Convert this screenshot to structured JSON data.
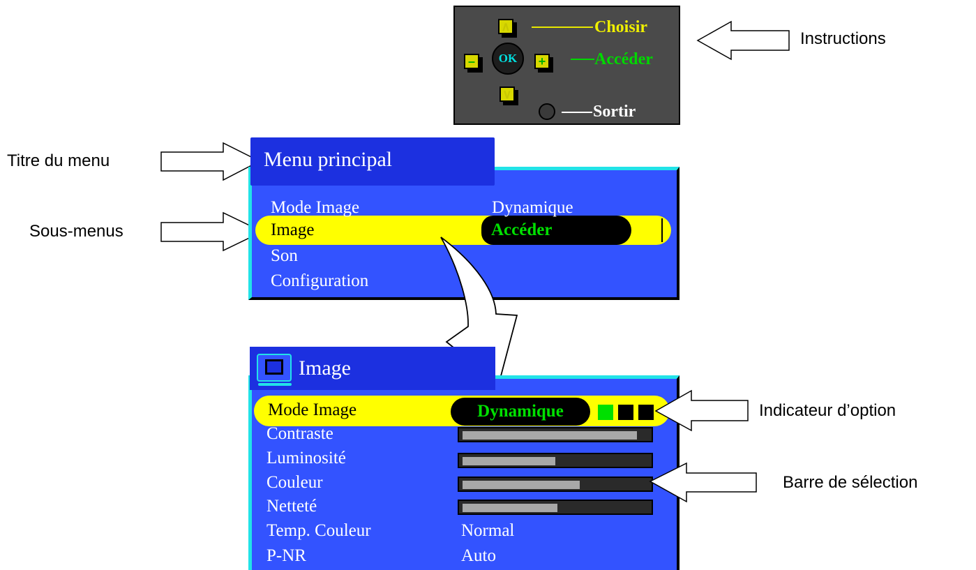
{
  "remote": {
    "up_key": "∧",
    "down_key": "∨",
    "minus_key": "–",
    "plus_key": "+",
    "ok_label": "OK",
    "choose_label": "Choisir",
    "enter_label": "Accéder",
    "exit_label": "Sortir"
  },
  "callouts": {
    "instructions": "Instructions",
    "menu_title": "Titre du menu",
    "submenus": "Sous-menus",
    "option_indicator": "Indicateur d’option",
    "selection_bar": "Barre de sélection"
  },
  "main_menu": {
    "title": "Menu principal",
    "items": [
      {
        "label": "Mode Image",
        "value": "Dynamique"
      },
      {
        "label": "Image",
        "value": "Accéder"
      },
      {
        "label": "Son",
        "value": ""
      },
      {
        "label": "Configuration",
        "value": ""
      }
    ],
    "selected_index": 1
  },
  "image_menu": {
    "title": "Image",
    "items": [
      {
        "label": "Mode Image",
        "value": "Dynamique"
      },
      {
        "label": "Contraste",
        "level": 0.94
      },
      {
        "label": "Luminosité",
        "level": 0.5
      },
      {
        "label": "Couleur",
        "level": 0.63
      },
      {
        "label": "Netteté",
        "level": 0.51
      },
      {
        "label": "Temp. Couleur",
        "value": "Normal"
      },
      {
        "label": "P-NR",
        "value": "Auto"
      }
    ],
    "option_indicator": {
      "count": 3,
      "active_index": 0
    },
    "selected_index": 0
  },
  "colors": {
    "menu_blue": "#3353ff",
    "title_blue": "#1c30e0",
    "highlight_yellow": "#ffff00",
    "value_green": "#00e000",
    "frame_cyan": "#22e3e8",
    "remote_gray": "#4a4a4a"
  }
}
